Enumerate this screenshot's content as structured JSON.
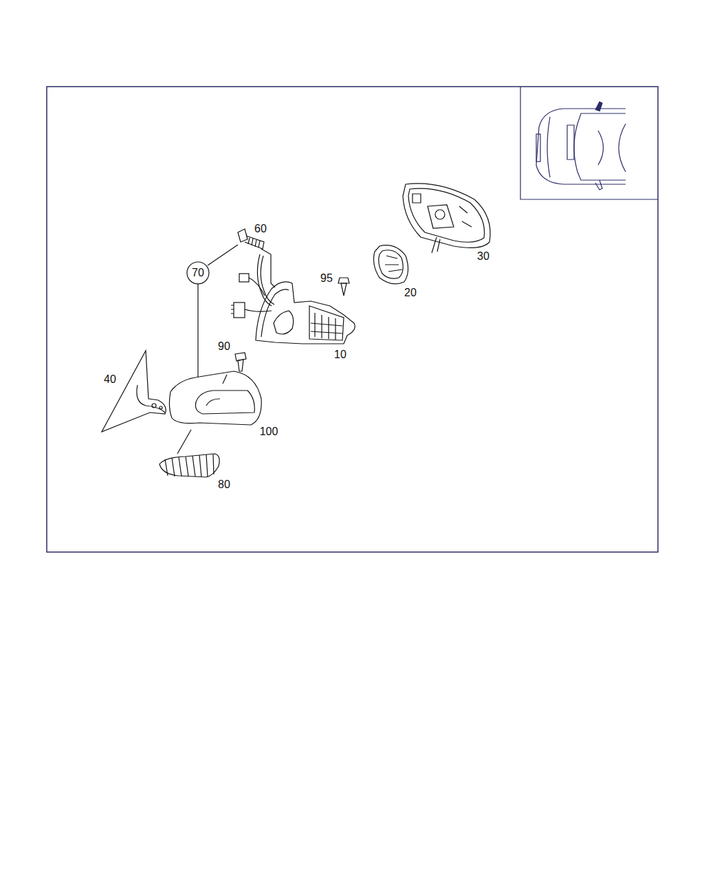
{
  "diagram": {
    "nodes": [
      {
        "text": [
          "70"
        ]
      }
    ],
    "labels": [
      "60",
      "95",
      "30",
      "20",
      "10",
      "90",
      "40",
      "100",
      "80"
    ]
  }
}
